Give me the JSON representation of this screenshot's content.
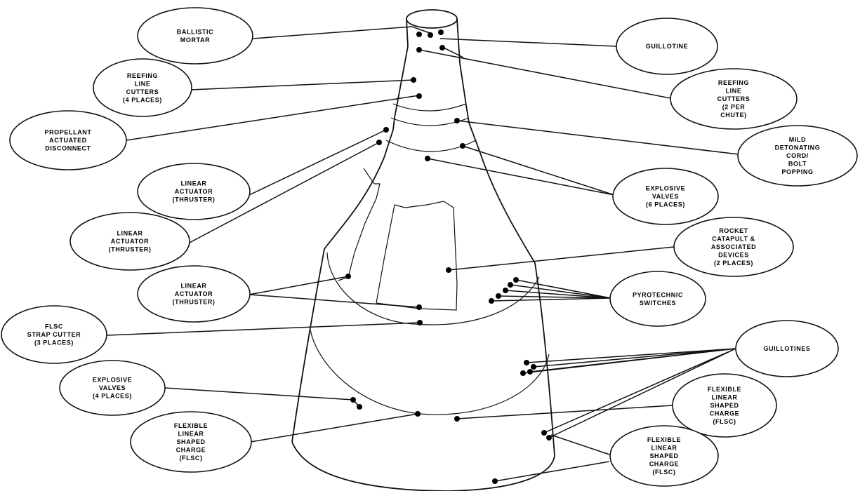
{
  "labels": {
    "ballistic_mortar": [
      "BALLISTIC",
      "MORTAR"
    ],
    "guillotine": [
      "GUILLOTINE"
    ],
    "reefing_cutters_4": [
      "REEFING",
      "LINE",
      "CUTTERS",
      "(4 PLACES)"
    ],
    "reefing_cutters_2": [
      "REEFING",
      "LINE",
      "CUTTERS",
      "(2 PER",
      "CHUTE)"
    ],
    "propellant_disconnect": [
      "PROPELLANT",
      "ACTUATED",
      "DISCONNECT"
    ],
    "mild_cord": [
      "MILD",
      "DETONATING",
      "CORD/",
      "BOLT",
      "POPPING"
    ],
    "linear_actuator_1": [
      "LINEAR",
      "ACTUATOR",
      "(THRUSTER)"
    ],
    "explosive_valves_6": [
      "EXPLOSIVE",
      "VALVES",
      "(6 PLACES)"
    ],
    "linear_actuator_2": [
      "LINEAR",
      "ACTUATOR",
      "(THRUSTER)"
    ],
    "rocket_catapult": [
      "ROCKET",
      "CATAPULT &",
      "ASSOCIATED",
      "DEVICES",
      "(2 PLACES)"
    ],
    "linear_actuator_3": [
      "LINEAR",
      "ACTUATOR",
      "(THRUSTER)"
    ],
    "pyrotechnic_switches": [
      "PYROTECHNIC",
      "SWITCHES"
    ],
    "flsc_strap_cutter": [
      "FLSC",
      "STRAP CUTTER",
      "(3 PLACES)"
    ],
    "guillotines": [
      "GUILLOTINES"
    ],
    "explosive_valves_4": [
      "EXPLOSIVE",
      "VALVES",
      "(4 PLACES)"
    ],
    "flsc_right": [
      "FLEXIBLE",
      "LINEAR",
      "SHAPED",
      "CHARGE",
      "(FLSC)"
    ],
    "flsc_left": [
      "FLEXIBLE",
      "LINEAR",
      "SHAPED",
      "CHARGE",
      "(FLSC)"
    ],
    "flsc_bottom": [
      "FLEXIBLE",
      "LINEAR",
      "SHAPED",
      "CHARGE",
      "(FLSC)"
    ]
  }
}
